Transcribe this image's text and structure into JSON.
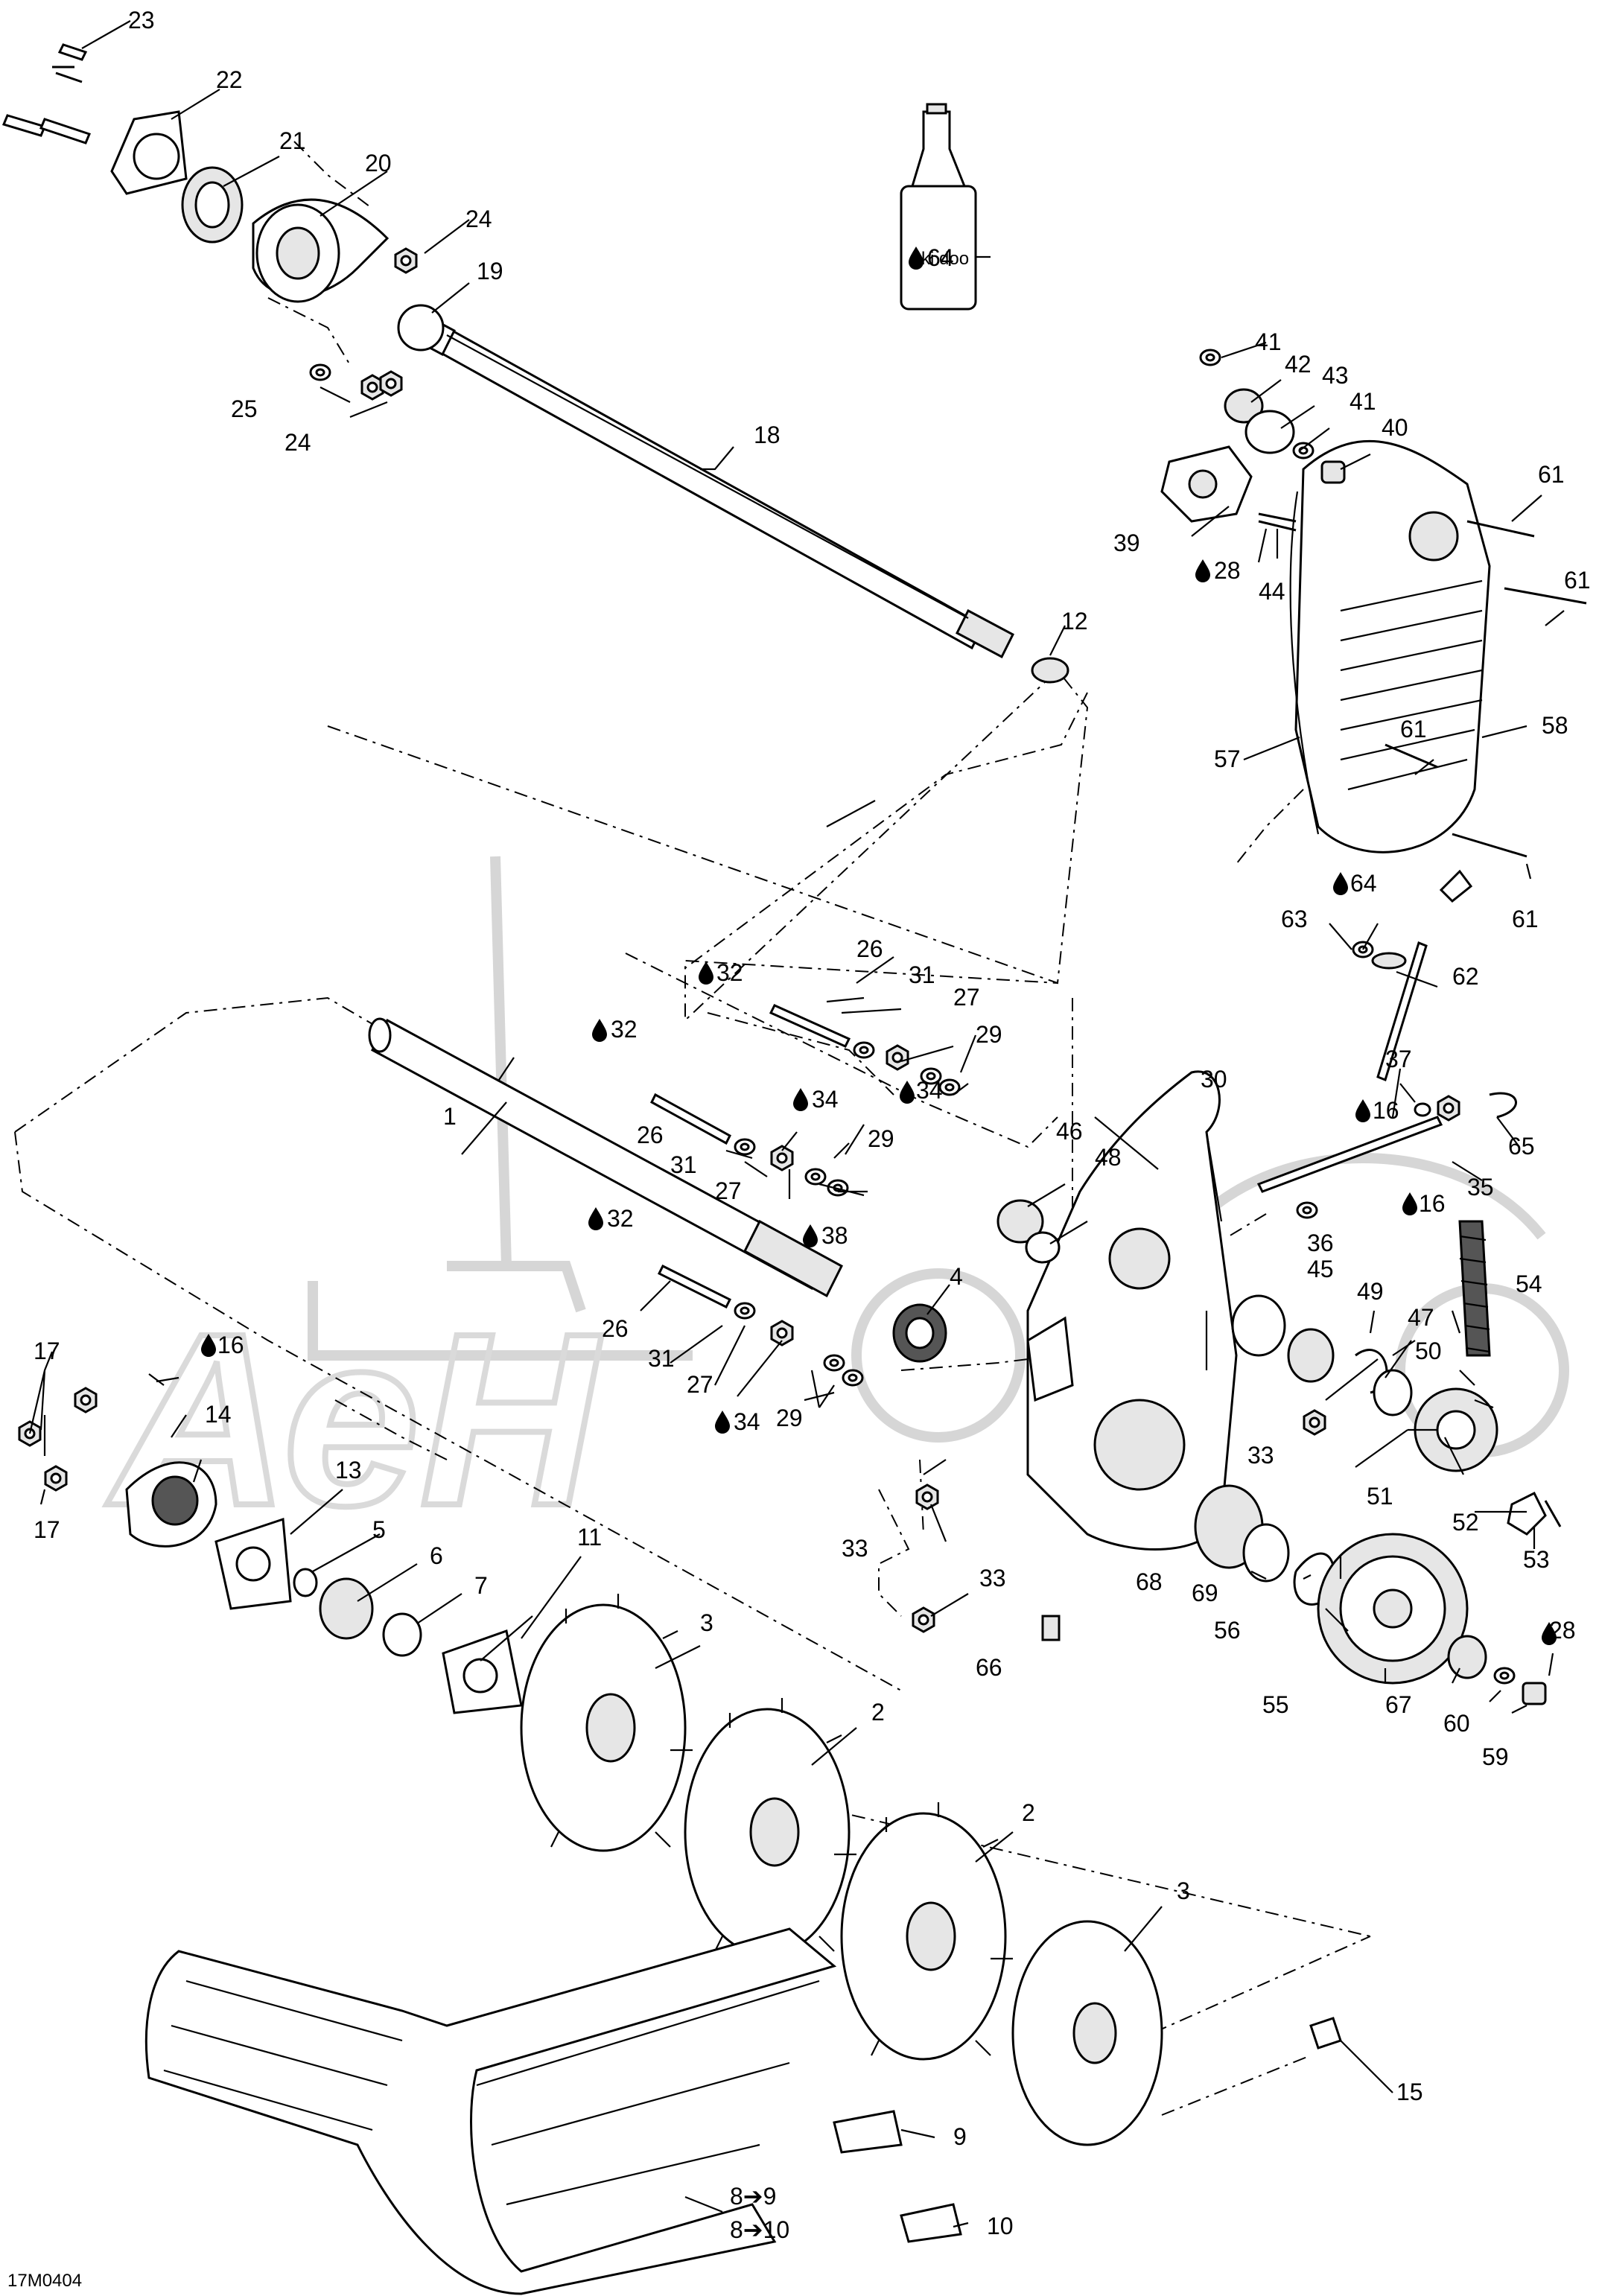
{
  "diagram_code": "17M0404",
  "watermark": "АеН",
  "bottle_brand": "ski doo",
  "labels": {
    "p1": "1",
    "p2a": "2",
    "p2b": "2",
    "p3a": "3",
    "p3b": "3",
    "p4": "4",
    "p5": "5",
    "p6": "6",
    "p7": "7",
    "p8a": "8➔9",
    "p8b": "8➔10",
    "p9": "9",
    "p10": "10",
    "p11": "11",
    "p12": "12",
    "p13": "13",
    "p14": "14",
    "p15": "15",
    "p16a": "16",
    "p16b": "16",
    "p16c": "16",
    "p17a": "17",
    "p17b": "17",
    "p18": "18",
    "p19": "19",
    "p20": "20",
    "p21": "21",
    "p22": "22",
    "p23": "23",
    "p24a": "24",
    "p24b": "24",
    "p25": "25",
    "p26a": "26",
    "p26b": "26",
    "p26c": "26",
    "p27a": "27",
    "p27b": "27",
    "p27c": "27",
    "p28a": "28",
    "p28b": "28",
    "p29a": "29",
    "p29b": "29",
    "p29c": "29",
    "p30": "30",
    "p31a": "31",
    "p31b": "31",
    "p31c": "31",
    "p32a": "32",
    "p32b": "32",
    "p32c": "32",
    "p33a": "33",
    "p33b": "33",
    "p33c": "33",
    "p34a": "34",
    "p34b": "34",
    "p34c": "34",
    "p35": "35",
    "p36": "36",
    "p37": "37",
    "p38": "38",
    "p39": "39",
    "p40": "40",
    "p41a": "41",
    "p41b": "41",
    "p42": "42",
    "p43": "43",
    "p44": "44",
    "p45": "45",
    "p46": "46",
    "p47": "47",
    "p48": "48",
    "p49": "49",
    "p50": "50",
    "p51": "51",
    "p52": "52",
    "p53": "53",
    "p54": "54",
    "p55": "55",
    "p56": "56",
    "p57": "57",
    "p58": "58",
    "p59": "59",
    "p60": "60",
    "p61a": "61",
    "p61b": "61",
    "p61c": "61",
    "p61d": "61",
    "p62": "62",
    "p63": "63",
    "p64a": "64",
    "p64b": "64",
    "p65": "65",
    "p66": "66",
    "p67": "67",
    "p68": "68",
    "p69": "69"
  }
}
